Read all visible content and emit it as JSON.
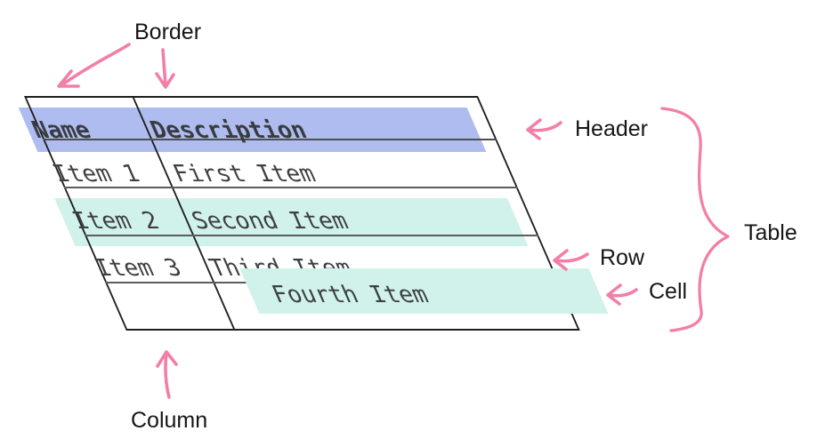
{
  "diagram": {
    "background_color": "#ffffff",
    "annotation_color": "#f27fa8",
    "header_highlight_color": "#afbcf0",
    "row_highlight_color": "#d1f2ea",
    "labels": {
      "border": "Border",
      "header": "Header",
      "table": "Table",
      "row": "Row",
      "cell": "Cell",
      "column": "Column"
    },
    "table": {
      "columns": [
        "Name",
        "Description"
      ],
      "rows": [
        {
          "name": "Item 1",
          "description": "First Item"
        },
        {
          "name": "Item 2",
          "description": "Second Item"
        },
        {
          "name": "Item 3",
          "description": "Third Item"
        }
      ],
      "floating_cell": "Fourth Item"
    }
  }
}
